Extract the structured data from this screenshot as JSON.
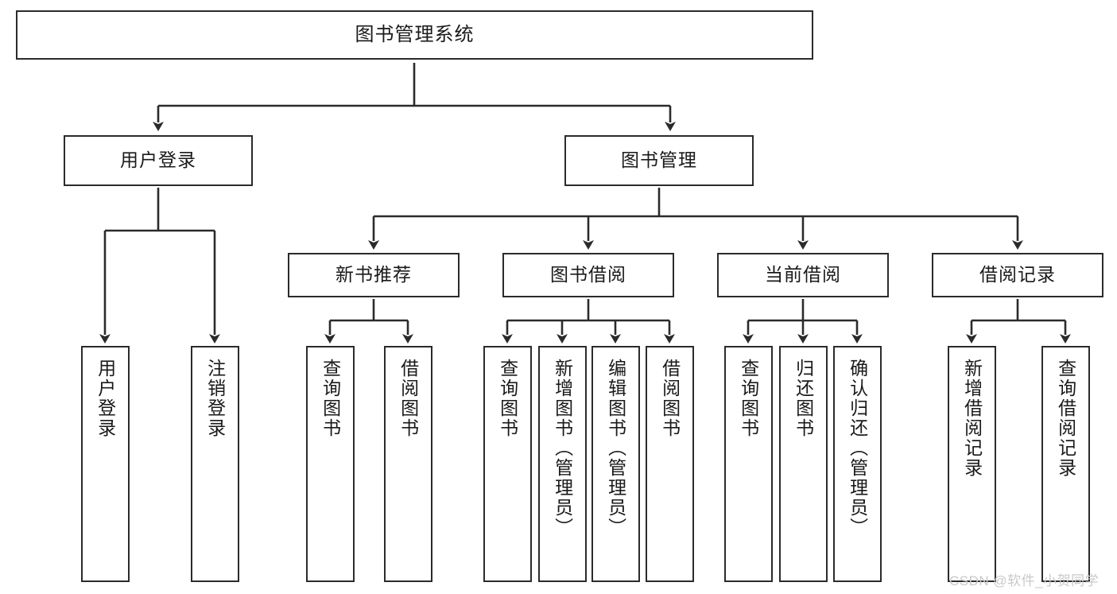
{
  "diagram": {
    "title": "图书管理系统",
    "watermark": "CSDN @软件_小贺同学",
    "colors": {
      "stroke": "#2b2b2b",
      "fill": "#ffffff",
      "text": "#1a1a1a",
      "watermark": "#c9c9c9"
    },
    "nodes": {
      "root": {
        "label": "图书管理系统"
      },
      "level2": [
        {
          "label": "用户登录"
        },
        {
          "label": "图书管理"
        }
      ],
      "level3": [
        {
          "label": "新书推荐"
        },
        {
          "label": "图书借阅"
        },
        {
          "label": "当前借阅"
        },
        {
          "label": "借阅记录"
        }
      ],
      "leaves": {
        "user_login": [
          {
            "label": "用户登录"
          },
          {
            "label": "注销登录"
          }
        ],
        "new_book_recommend": [
          {
            "label": "查询图书"
          },
          {
            "label": "借阅图书"
          }
        ],
        "book_borrow": [
          {
            "label": "查询图书"
          },
          {
            "label": "新增图书（管理员）"
          },
          {
            "label": "编辑图书（管理员）"
          },
          {
            "label": "借阅图书"
          }
        ],
        "current_borrow": [
          {
            "label": "查询图书"
          },
          {
            "label": "归还图书"
          },
          {
            "label": "确认归还（管理员）"
          }
        ],
        "borrow_record": [
          {
            "label": "新增借阅记录"
          },
          {
            "label": "查询借阅记录"
          }
        ]
      }
    }
  }
}
